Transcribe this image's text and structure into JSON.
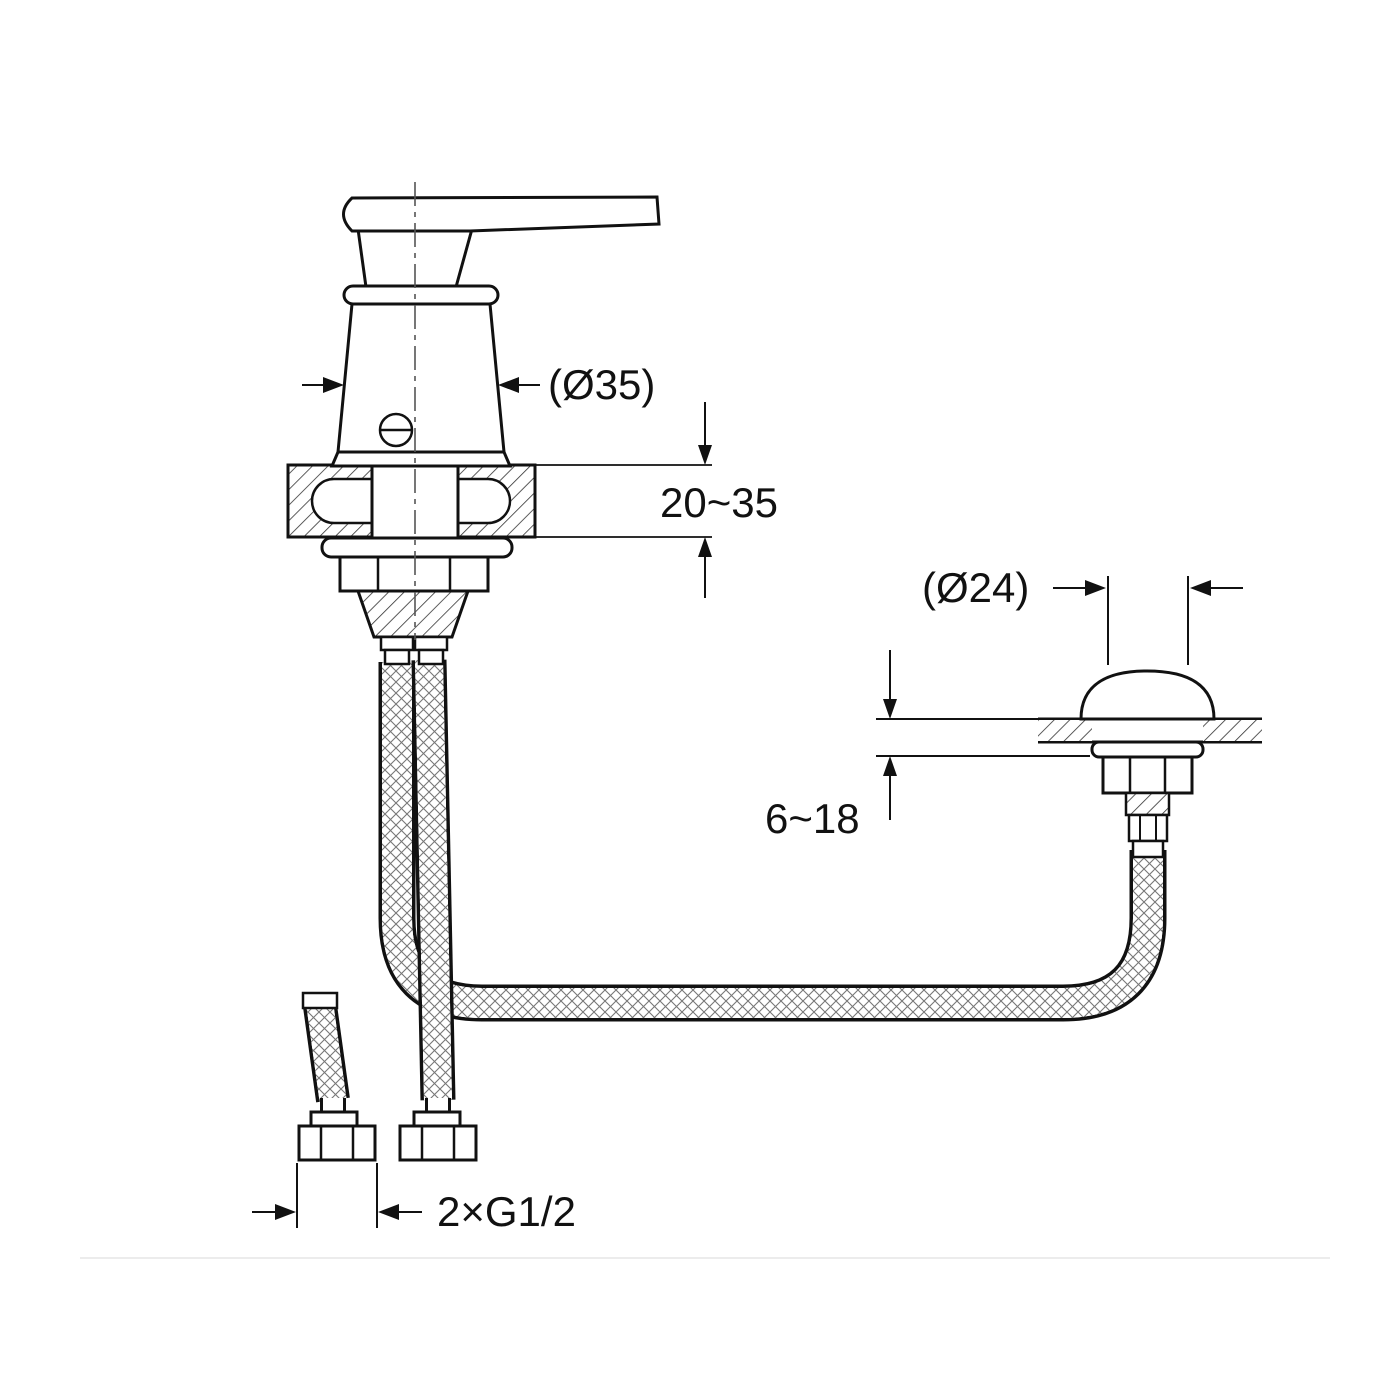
{
  "drawing": {
    "type": "technical-diagram",
    "subject": "single-lever basin mixer faucet installation cross-section",
    "labels": {
      "body_diameter": "(Ø35)",
      "deck_thickness": "20~35",
      "waste_diameter": "(Ø24)",
      "waste_deck_thickness": "6~18",
      "hose_thread": "2×G1/2"
    },
    "colors": {
      "line": "#1a1a1a",
      "background": "#ffffff"
    }
  }
}
